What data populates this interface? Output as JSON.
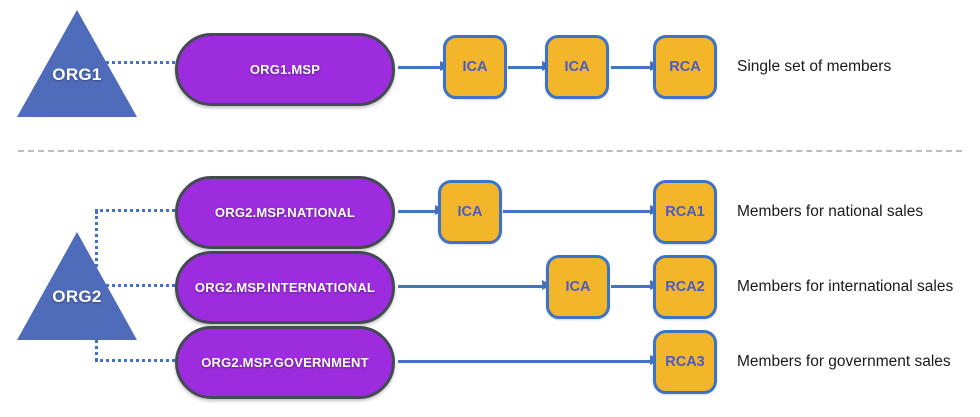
{
  "colors": {
    "msp_purple": "#9D2CDE",
    "pill_border": "#434A54",
    "org_triangle_blue": "#4F6CBB",
    "ca_box_fill": "#F3B529",
    "ca_box_border": "#3C72C8",
    "ca_text_blue": "#4A5BC4",
    "arrow_blue": "#4472C4",
    "caption_black": "#1A1A1A",
    "divider_gray": "#BCBCBC"
  },
  "org1": {
    "triangle_label": "ORG1",
    "msp_label": "ORG1.MSP",
    "ca_chain": [
      "ICA",
      "ICA",
      "RCA"
    ],
    "caption": "Single set of members"
  },
  "org2": {
    "triangle_label": "ORG2",
    "rows": [
      {
        "msp_label": "ORG2.MSP.NATIONAL",
        "ca_chain": [
          "ICA",
          "RCA1"
        ],
        "caption": "Members for national sales"
      },
      {
        "msp_label": "ORG2.MSP.INTERNATIONAL",
        "ca_chain": [
          "ICA",
          "RCA2"
        ],
        "caption": "Members for international sales"
      },
      {
        "msp_label": "ORG2.MSP.GOVERNMENT",
        "ca_chain": [
          "RCA3"
        ],
        "caption": "Members for government sales"
      }
    ]
  }
}
